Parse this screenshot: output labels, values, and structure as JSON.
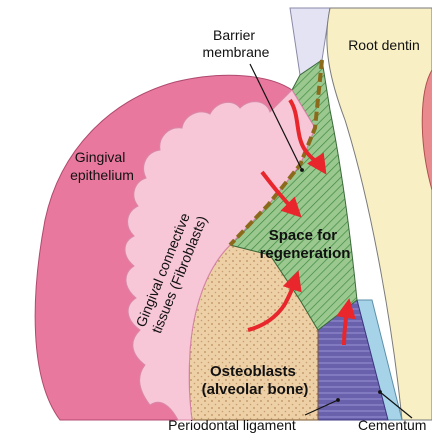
{
  "labels": {
    "barrier_line1": "Barrier",
    "barrier_line2": "membrane",
    "root_dentin": "Root dentin",
    "gingival_epi_line1": "Gingival",
    "gingival_epi_line2": "epithelium",
    "connective_line1": "Gingival connective",
    "connective_line2": "tissues (Fibroblasts)",
    "space_line1": "Space for",
    "space_line2": "regeneration",
    "osteo_line1": "Osteoblasts",
    "osteo_line2": "(alveolar bone)",
    "periodontal": "Periodontal ligament",
    "cementum": "Cementum"
  },
  "colors": {
    "epithelium": "#e9789e",
    "connective": "#f7c6d7",
    "root_dentin": "#f8efc4",
    "enamel_top": "#e3e3f3",
    "bone": "#eed0a7",
    "regeneration": "#9ac88f",
    "ligament": "#6a61ad",
    "cementum": "#a6d3e8",
    "membrane": "#8b6a1b",
    "arrow": "#e8262b"
  }
}
